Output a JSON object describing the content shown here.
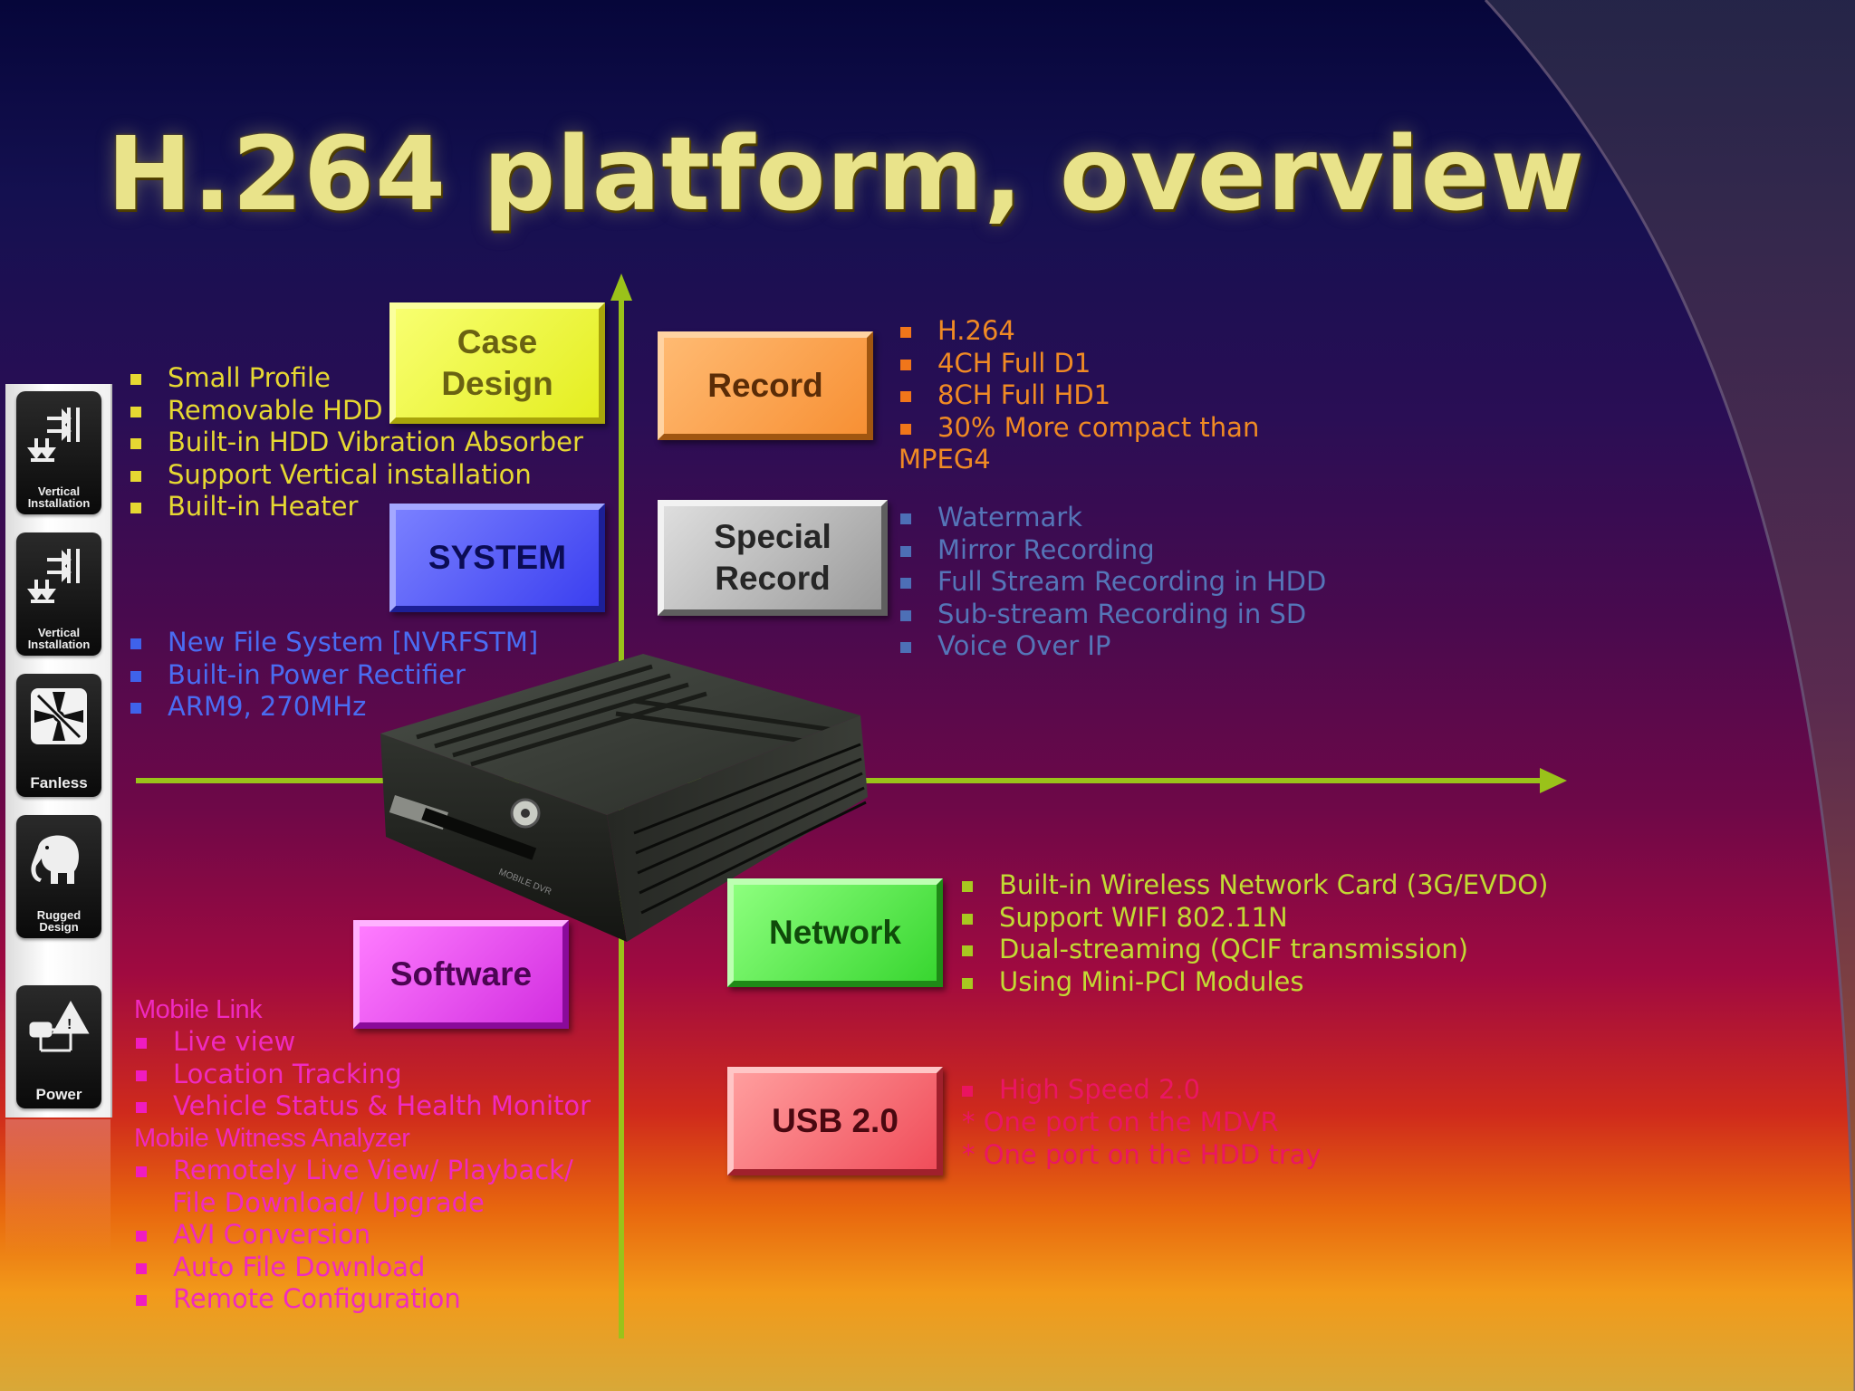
{
  "title": "H.264 platform, overview",
  "boxes": {
    "case_design": [
      "Case",
      "Design"
    ],
    "system": "SYSTEM",
    "record": "Record",
    "special_record": [
      "Special",
      "Record"
    ],
    "software": "Software",
    "network": "Network",
    "usb": "USB 2.0"
  },
  "case_design_items": [
    "Small Profile",
    "Removable HDD",
    "Built-in HDD Vibration Absorber",
    "Support Vertical installation",
    "Built-in Heater"
  ],
  "system_items": [
    "New File System [NVRFSTM]",
    "Built-in Power Rectifier",
    "ARM9, 270MHz"
  ],
  "record_items": [
    "H.264",
    "4CH Full D1",
    "8CH Full HD1",
    "30% More compact than"
  ],
  "record_item_continued": "MPEG4",
  "special_record_items": [
    "Watermark",
    "Mirror Recording",
    "Full Stream Recording in HDD",
    "Sub-stream Recording in SD",
    "Voice Over IP"
  ],
  "network_items": [
    "Built-in Wireless Network Card (3G/EVDO)",
    "Support WIFI 802.11N",
    "Dual-streaming (QCIF transmission)",
    "Using Mini-PCI Modules"
  ],
  "usb_items": {
    "bullet": "High Speed 2.0",
    "notes": [
      "* One port on the MDVR",
      "* One port on the HDD tray"
    ]
  },
  "software": {
    "mobile_link_heading": "Mobile Link",
    "mobile_link_items": [
      "Live view",
      "Location Tracking",
      "Vehicle Status & Health Monitor"
    ],
    "analyzer_heading": "Mobile Witness Analyzer",
    "analyzer_items": [
      "Remotely Live View/ Playback/",
      "AVI Conversion",
      "Auto File Download",
      "Remote Configuration"
    ],
    "analyzer_item_continued": "File Download/ Upgrade"
  },
  "device_label": "MOBILE DVR",
  "feature_icons": [
    {
      "icon": "vertical-installation-icon",
      "caption": [
        "Vertical",
        "Installation"
      ]
    },
    {
      "icon": "vertical-installation-icon",
      "caption": [
        "Vertical",
        "Installation"
      ]
    },
    {
      "icon": "fanless-icon",
      "caption": [
        "Fanless"
      ]
    },
    {
      "icon": "rugged-design-icon",
      "caption": [
        "Rugged",
        "Design"
      ]
    },
    {
      "icon": "power-icon",
      "caption": [
        "Power"
      ]
    }
  ],
  "colors": {
    "title": "#e9e38a",
    "axis": "#9ac21a",
    "case_design": "#f0f84a",
    "system": "#5258f8",
    "record": "#f9a453",
    "special_record": "#bcbcbc",
    "software": "#ee54f2",
    "network": "#5ef04e",
    "usb": "#f77a80"
  }
}
